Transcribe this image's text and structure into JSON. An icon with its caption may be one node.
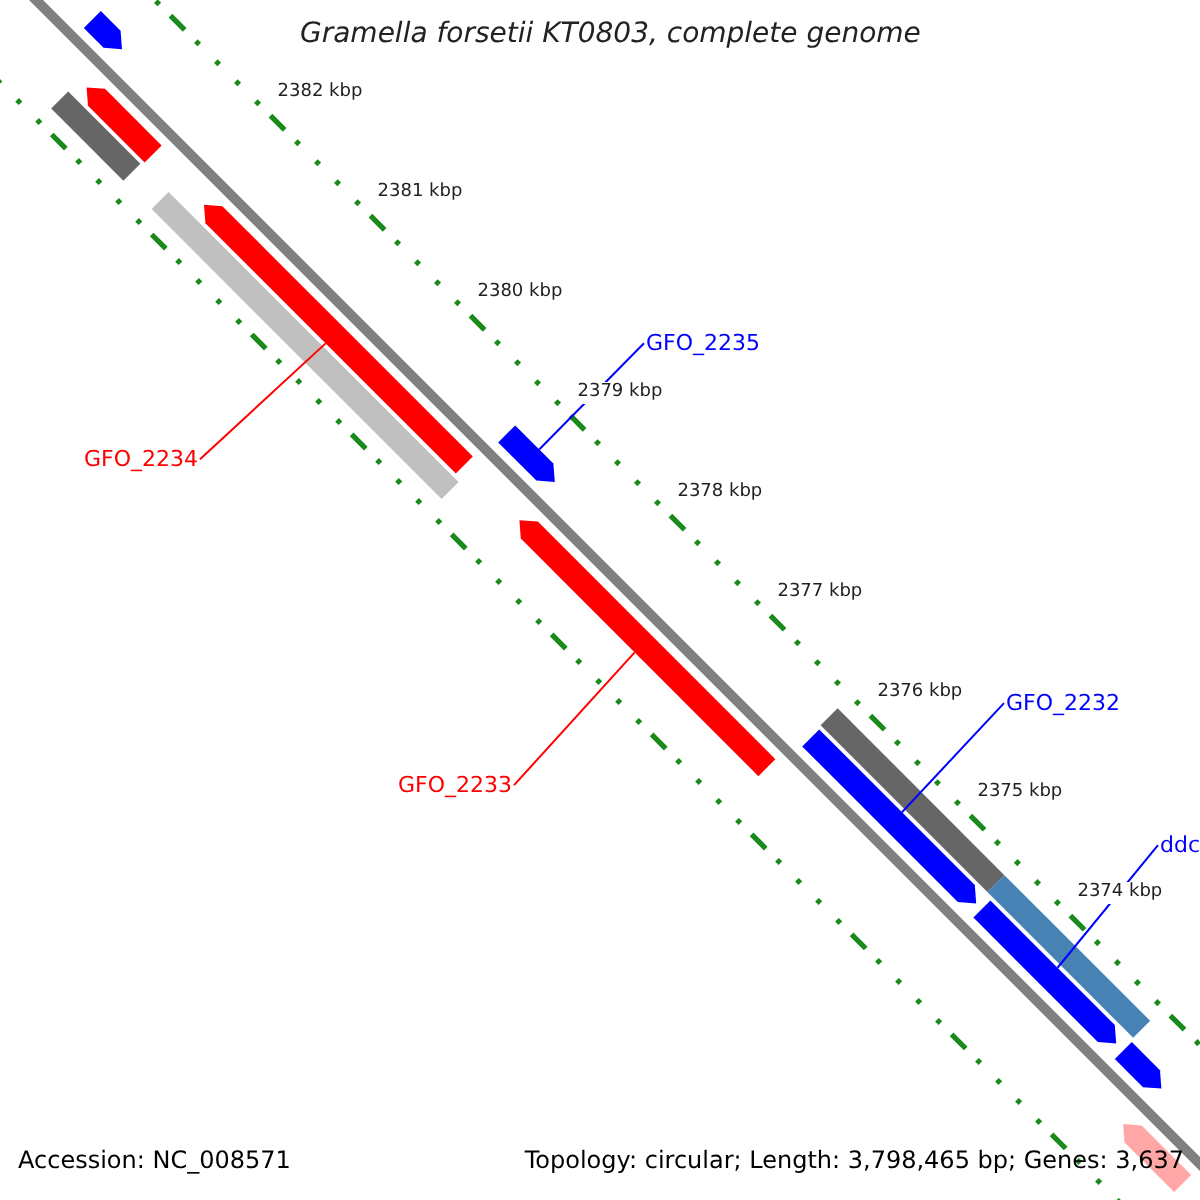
{
  "diagram": {
    "title": "Gramella forsetii KT0803, complete genome",
    "nodes": [
      {
        "text": [
          "GFO_2235"
        ]
      },
      {
        "text": [
          "GFO_2234"
        ]
      },
      {
        "text": [
          "GFO_2232"
        ]
      },
      {
        "text": [
          "GFO_2233"
        ]
      },
      {
        "text": [
          "ddc"
        ]
      },
      {
        "text": [],
        "shape": "arrow"
      },
      {
        "text": [],
        "shape": "arrow"
      },
      {
        "text": [],
        "shape": "arrow"
      },
      {
        "text": [],
        "shape": "arrow"
      },
      {
        "text": [],
        "shape": "arrow"
      }
    ],
    "edges": [
      {
        "from": 0,
        "to": 6,
        "arrow": "none"
      },
      {
        "from": 1,
        "to": 5,
        "arrow": "none",
        "color": "#ff0000"
      },
      {
        "from": 2,
        "to": 8,
        "arrow": "none"
      },
      {
        "from": 3,
        "to": 7,
        "arrow": "none",
        "color": "#ff0000"
      },
      {
        "from": 4,
        "to": 9,
        "arrow": "none"
      }
    ],
    "labels": [
      "2382 kbp",
      "2381 kbp",
      "2380 kbp",
      "2379 kbp",
      "2378 kbp",
      "2377 kbp",
      "2376 kbp",
      "2375 kbp",
      "2374 kbp",
      "Accession: NC_008571",
      "Topology: circular; Length: 3,798,465 bp; Genes: 3,637"
    ]
  }
}
